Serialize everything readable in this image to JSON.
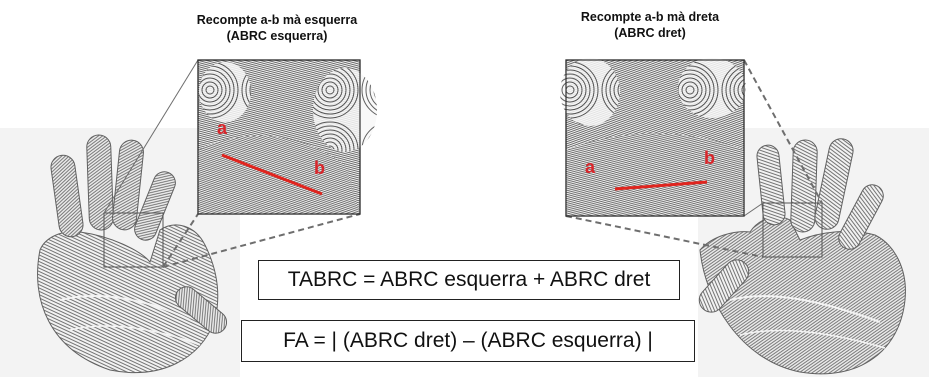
{
  "left_panel": {
    "caption_line1": "Recompte  a-b mà esquerra",
    "caption_line2": "(ABRC esquerra)",
    "point_a": "a",
    "point_b": "b"
  },
  "right_panel": {
    "caption_line1": "Recompte a-b mà dreta",
    "caption_line2": "(ABRC dret)",
    "point_a": "a",
    "point_b": "b"
  },
  "formulas": {
    "tabrc": "TABRC = ABRC esquerra + ABRC dret",
    "fa": "FA = | (ABRC dret) – (ABRC esquerra) |"
  },
  "colors": {
    "measure_line": "#e0251f",
    "label": "#d9262b",
    "print_ink": "#3a3a3a",
    "callout_dash": "#6e6e6e"
  }
}
